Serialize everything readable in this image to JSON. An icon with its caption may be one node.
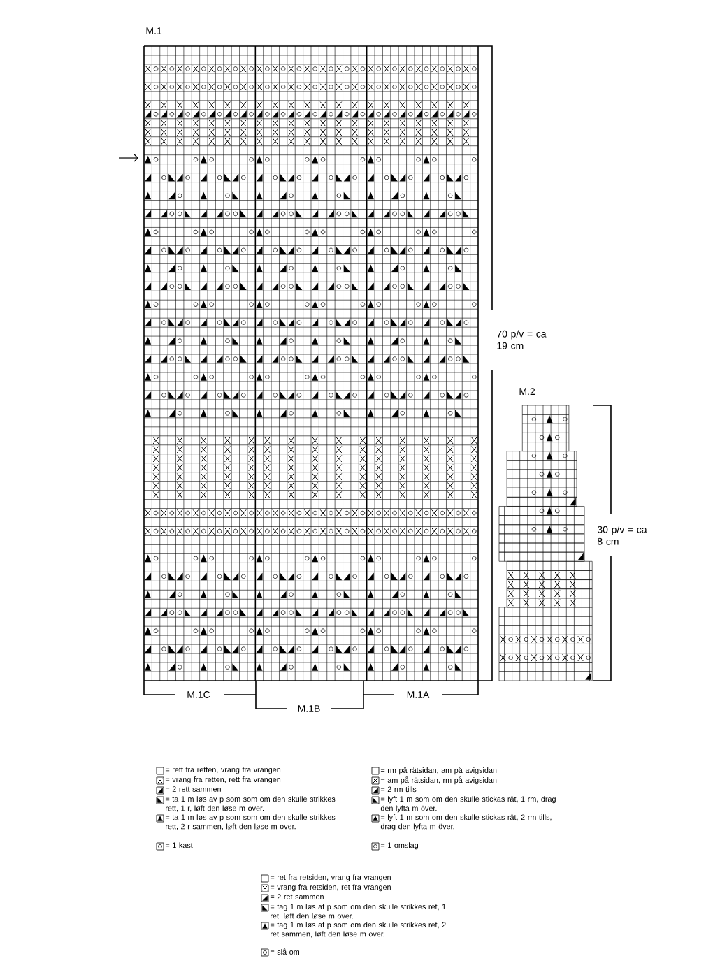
{
  "diagram": {
    "labels": [
      "M.1",
      "70 p/v = ca 19 cm",
      "M.2",
      "30 p/v = ca 8 cm",
      "M.1C",
      "M.1B",
      "M.1A"
    ],
    "legend": [
      {
        "text": "= rett fra retten, vrang fra vrangen"
      },
      {
        "text": "= vrang fra retten, rett fra vrangen"
      },
      {
        "text": "= 2 rett sammen"
      },
      {
        "text": "= ta 1 m løs av p som som om den skulle strikkes rett, 1 r, løft den løse m over."
      },
      {
        "text": "= ta 1 m løs av p som som om den skulle strikkes rett, 2 r sammen, løft den løse m over."
      },
      {
        "text": "= 1 kast"
      },
      {
        "text": "= rm på rätsidan, am på avigsidan"
      },
      {
        "text": "= am på rätsidan, rm på avigsidan"
      },
      {
        "text": "= 2 rm tills"
      },
      {
        "text": "= lyft 1 m som om den skulle stickas rät, 1 rm, drag den lyfta m över."
      },
      {
        "text": "= lyft 1 m som om den skulle stickas rät, 2 rm tills, drag den lyfta m över."
      },
      {
        "text": "= 1 omslag"
      },
      {
        "text": "= ret fra retsiden, vrang fra vrangen"
      },
      {
        "text": "= vrang fra retsiden, ret fra vrangen"
      },
      {
        "text": "= 2 ret sammen"
      },
      {
        "text": "= tag 1 m løs af p som om den skulle strikkes ret, 1 ret, løft den løse m over."
      },
      {
        "text": "= tag 1 m løs af p som om den skulle strikkes ret, 2 ret sammen, løft den løse m over."
      },
      {
        "text": "= slå om"
      }
    ]
  }
}
